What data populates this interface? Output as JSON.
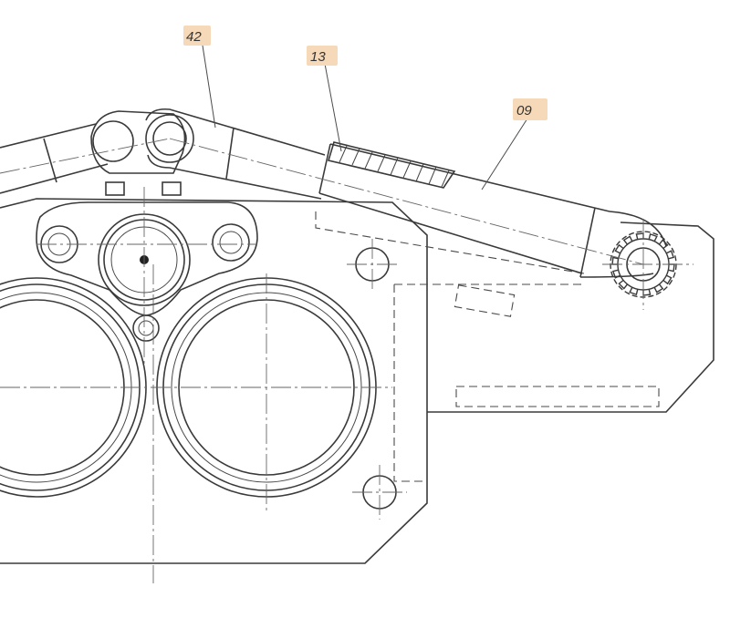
{
  "callouts": {
    "c42": "42",
    "c13": "13",
    "c09": "09"
  },
  "colors": {
    "line": "#3a3a3a",
    "callout_background": "#f6d9b8",
    "paper": "#ffffff"
  }
}
